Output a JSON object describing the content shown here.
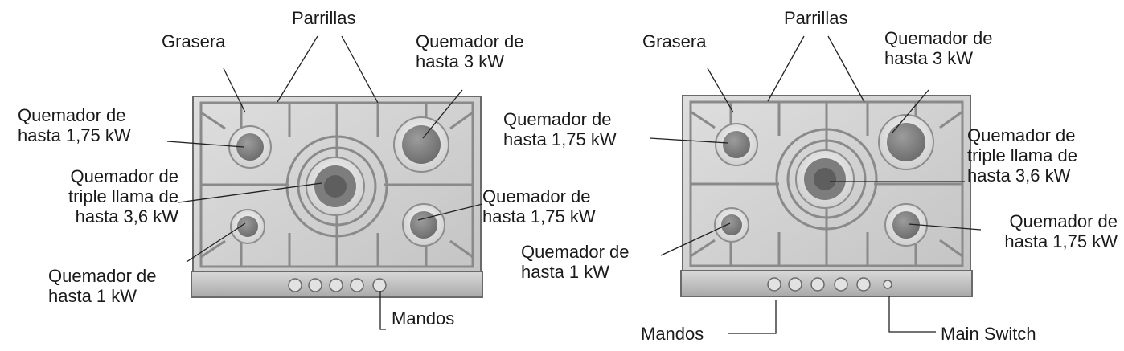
{
  "diagrams": [
    {
      "labels": {
        "grasera": "Grasera",
        "parrillas": "Parrillas",
        "burner_back_right": "Quemador de\nhasta 3 kW",
        "burner_back_left": "Quemador de\nhasta 1,75 kW",
        "burner_center": "Quemador de\ntriple llama de\nhasta 3,6 kW",
        "burner_front_right": "Quemador de\nhasta 1,75 kW",
        "burner_front_left": "Quemador de\nhasta 1 kW",
        "mandos": "Mandos"
      }
    },
    {
      "labels": {
        "grasera": "Grasera",
        "parrillas": "Parrillas",
        "burner_back_right": "Quemador de\nhasta 3 kW",
        "burner_back_left": "Quemador de\nhasta 1,75 kW",
        "burner_center": "Quemador de\ntriple llama de\nhasta 3,6 kW",
        "burner_front_right": "Quemador de\nhasta 1,75 kW",
        "burner_front_left": "Quemador de\nhasta 1 kW",
        "mandos": "Mandos",
        "main_switch": "Main Switch"
      }
    }
  ]
}
